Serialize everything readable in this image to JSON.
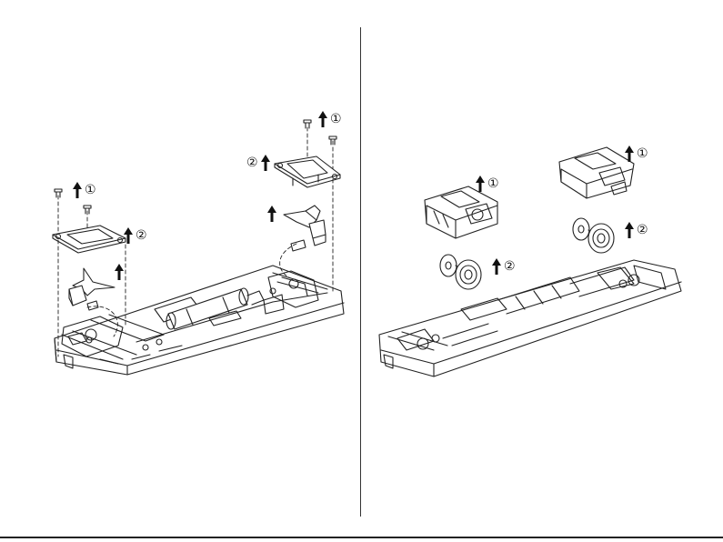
{
  "steps": {
    "left": {
      "screw_top_right": "①",
      "bracket_right": "②",
      "screw_top_left": "①",
      "bracket_left": "②"
    },
    "right": {
      "motor_block_left": "①",
      "wheelset_left": "②",
      "motor_block_right": "①",
      "wheelset_right": "②"
    }
  },
  "icons": {
    "removal_arrow": "up-arrow-icon",
    "screw": "screw-icon"
  },
  "colors": {
    "line": "#222222",
    "background": "#ffffff"
  }
}
